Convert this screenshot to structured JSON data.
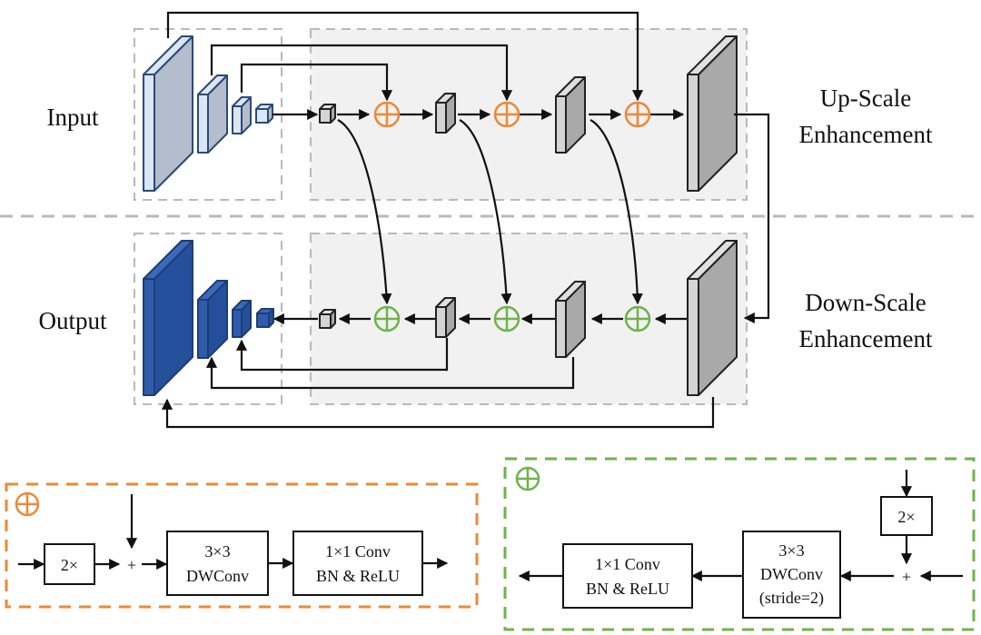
{
  "labels": {
    "input": "Input",
    "output": "Output",
    "upscale_line1": "Up-Scale",
    "upscale_line2": "Enhancement",
    "downscale_line1": "Down-Scale",
    "downscale_line2": "Enhancement"
  },
  "colors": {
    "upscale_accent": "#ee8836",
    "downscale_accent": "#6fb24b",
    "input_cube_front": "#dbe6f6",
    "input_cube_side": "#b3bdcc",
    "input_cube_stroke": "#2a4a7a",
    "output_cube_front": "#2f5bab",
    "output_cube_side": "#254f9a",
    "output_cube_stroke": "#1e3d73",
    "gray_cube_front": "#d4d4d4",
    "gray_cube_side": "#a9a9a9",
    "panel_fill": "#f1f1f1",
    "dashed_border": "#b9b9b9"
  },
  "upscale_block": {
    "symbol": "⊕",
    "upsample_label": "2×",
    "plus": "+",
    "dwconv_line1": "3×3",
    "dwconv_line2": "DWConv",
    "conv_line1": "1×1 Conv",
    "conv_line2": "BN & ReLU"
  },
  "downscale_block": {
    "symbol": "⊕",
    "upsample_label": "2×",
    "plus": "+",
    "dwconv_line1": "3×3",
    "dwconv_line2": "DWConv",
    "dwconv_line3": "(stride=2)",
    "conv_line1": "1×1 Conv",
    "conv_line2": "BN & ReLU"
  }
}
